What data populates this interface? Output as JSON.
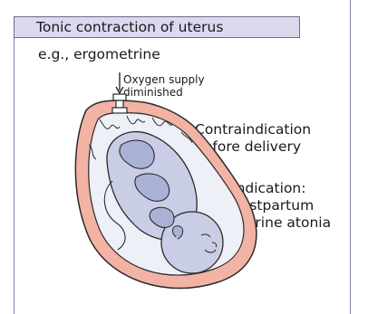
{
  "title": "Tonic contraction of uterus",
  "example": "e.g., ergometrine",
  "oxygen_label": "Oxygen supply diminished",
  "contraindication_label": "Contraindication before delivery",
  "indication_label": "Indication: postpartum uterine atonia",
  "colors": {
    "frame": "#8a7db0",
    "title_fill": "#dcd8ee",
    "uterus_wall": "#f2b3a4",
    "uterus_edge": "#2a2a2a",
    "fetus_fill": "#c9cde6",
    "fetus_shade": "#aab1d6"
  },
  "icons": [
    "downward-arrow-icon",
    "clamp-icon",
    "uterus-illustration",
    "fetus-illustration"
  ]
}
